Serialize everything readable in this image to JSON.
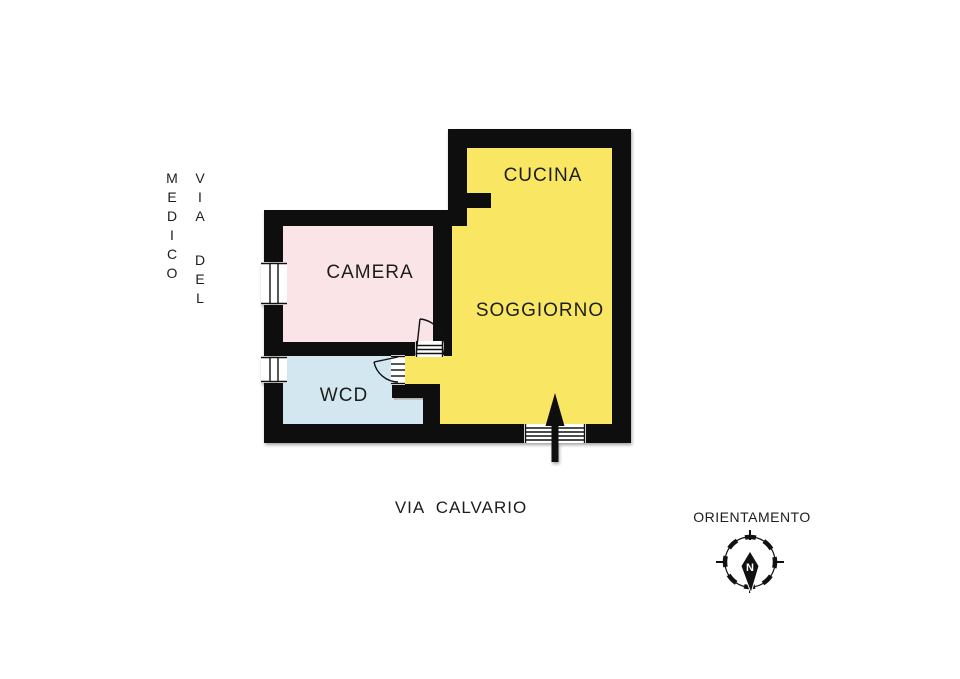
{
  "plan": {
    "wall_color": "#0e0e0e",
    "text_color": "#1d1d1b",
    "rooms": {
      "cucina": {
        "label": "CUCINA",
        "fill": "#f9e763"
      },
      "soggiorno": {
        "label": "SOGGIORNO",
        "fill": "#f9e763"
      },
      "camera": {
        "label": "CAMERA",
        "fill": "#fae4e7"
      },
      "wcd": {
        "label": "WCD",
        "fill": "#d2e7ef"
      }
    }
  },
  "streets": {
    "left": "VIA DEL MEDICO",
    "bottom": "VIA  CALVARIO"
  },
  "compass": {
    "label": "ORIENTAMENTO",
    "north_letter": "N"
  }
}
